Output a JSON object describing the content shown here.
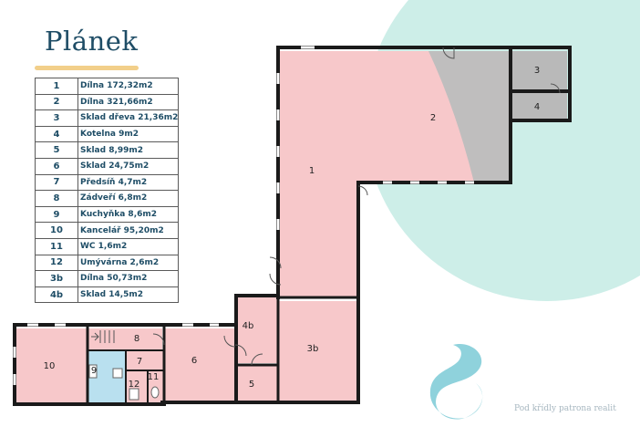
{
  "title": "Plánek",
  "legend": [
    {
      "num": "1",
      "label": "Dílna 172,32m2"
    },
    {
      "num": "2",
      "label": "Dílna 321,66m2"
    },
    {
      "num": "3",
      "label": "Sklad dřeva 21,36m2"
    },
    {
      "num": "4",
      "label": "Kotelna 9m2"
    },
    {
      "num": "5",
      "label": "Sklad 8,99m2"
    },
    {
      "num": "6",
      "label": "Sklad 24,75m2"
    },
    {
      "num": "7",
      "label": "Předsíň 4,7m2"
    },
    {
      "num": "8",
      "label": "Zádveří 6,8m2"
    },
    {
      "num": "9",
      "label": "Kuchyňka 8,6m2"
    },
    {
      "num": "10",
      "label": "Kancelář 95,20m2"
    },
    {
      "num": "11",
      "label": "WC 1,6m2"
    },
    {
      "num": "12",
      "label": "Umývárna 2,6m2"
    },
    {
      "num": "3b",
      "label": "Dílna 50,73m2"
    },
    {
      "num": "4b",
      "label": "Sklad 14,5m2"
    }
  ],
  "room_labels": {
    "r1": "1",
    "r2": "2",
    "r3": "3",
    "r4": "4",
    "r3b": "3b",
    "r4b": "4b",
    "r5": "5",
    "r6": "6",
    "r7": "7",
    "r8": "8",
    "r9": "9",
    "r10": "10",
    "r11": "11",
    "r12": "12"
  },
  "watermark": "Pod křídly patrona realit",
  "colors": {
    "room_fill": "#f7c8ca",
    "room_fill_gray": "#b9b9b9",
    "kitchen_fill": "#b9e0ef",
    "wall": "#1a1a1a",
    "teal_deco": "#cdeee8",
    "title": "#1f4d66",
    "accent": "#f2cf8a"
  }
}
